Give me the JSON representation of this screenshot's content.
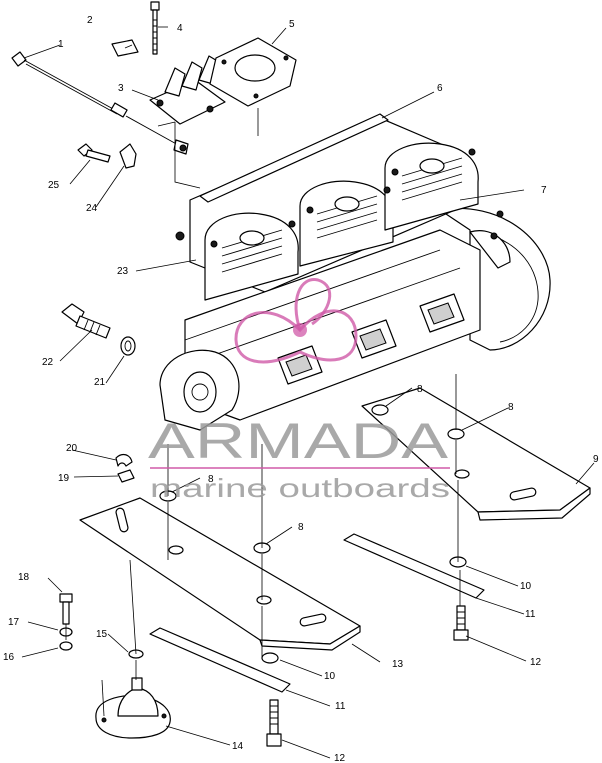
{
  "callouts": [
    {
      "n": "1"
    },
    {
      "n": "2"
    },
    {
      "n": "3"
    },
    {
      "n": "4"
    },
    {
      "n": "5"
    },
    {
      "n": "6"
    },
    {
      "n": "7"
    },
    {
      "n": "8"
    },
    {
      "n": "8"
    },
    {
      "n": "8"
    },
    {
      "n": "8"
    },
    {
      "n": "9"
    },
    {
      "n": "10"
    },
    {
      "n": "10"
    },
    {
      "n": "11"
    },
    {
      "n": "11"
    },
    {
      "n": "12"
    },
    {
      "n": "12"
    },
    {
      "n": "13"
    },
    {
      "n": "14"
    },
    {
      "n": "15"
    },
    {
      "n": "16"
    },
    {
      "n": "17"
    },
    {
      "n": "18"
    },
    {
      "n": "19"
    },
    {
      "n": "20"
    },
    {
      "n": "21"
    },
    {
      "n": "22"
    },
    {
      "n": "23"
    },
    {
      "n": "24"
    },
    {
      "n": "25"
    }
  ],
  "watermark": {
    "brand": "ARMADA",
    "tagline": "marine outboards",
    "logo_color": "#d05aa8",
    "text_color": "#9a9a9a"
  }
}
